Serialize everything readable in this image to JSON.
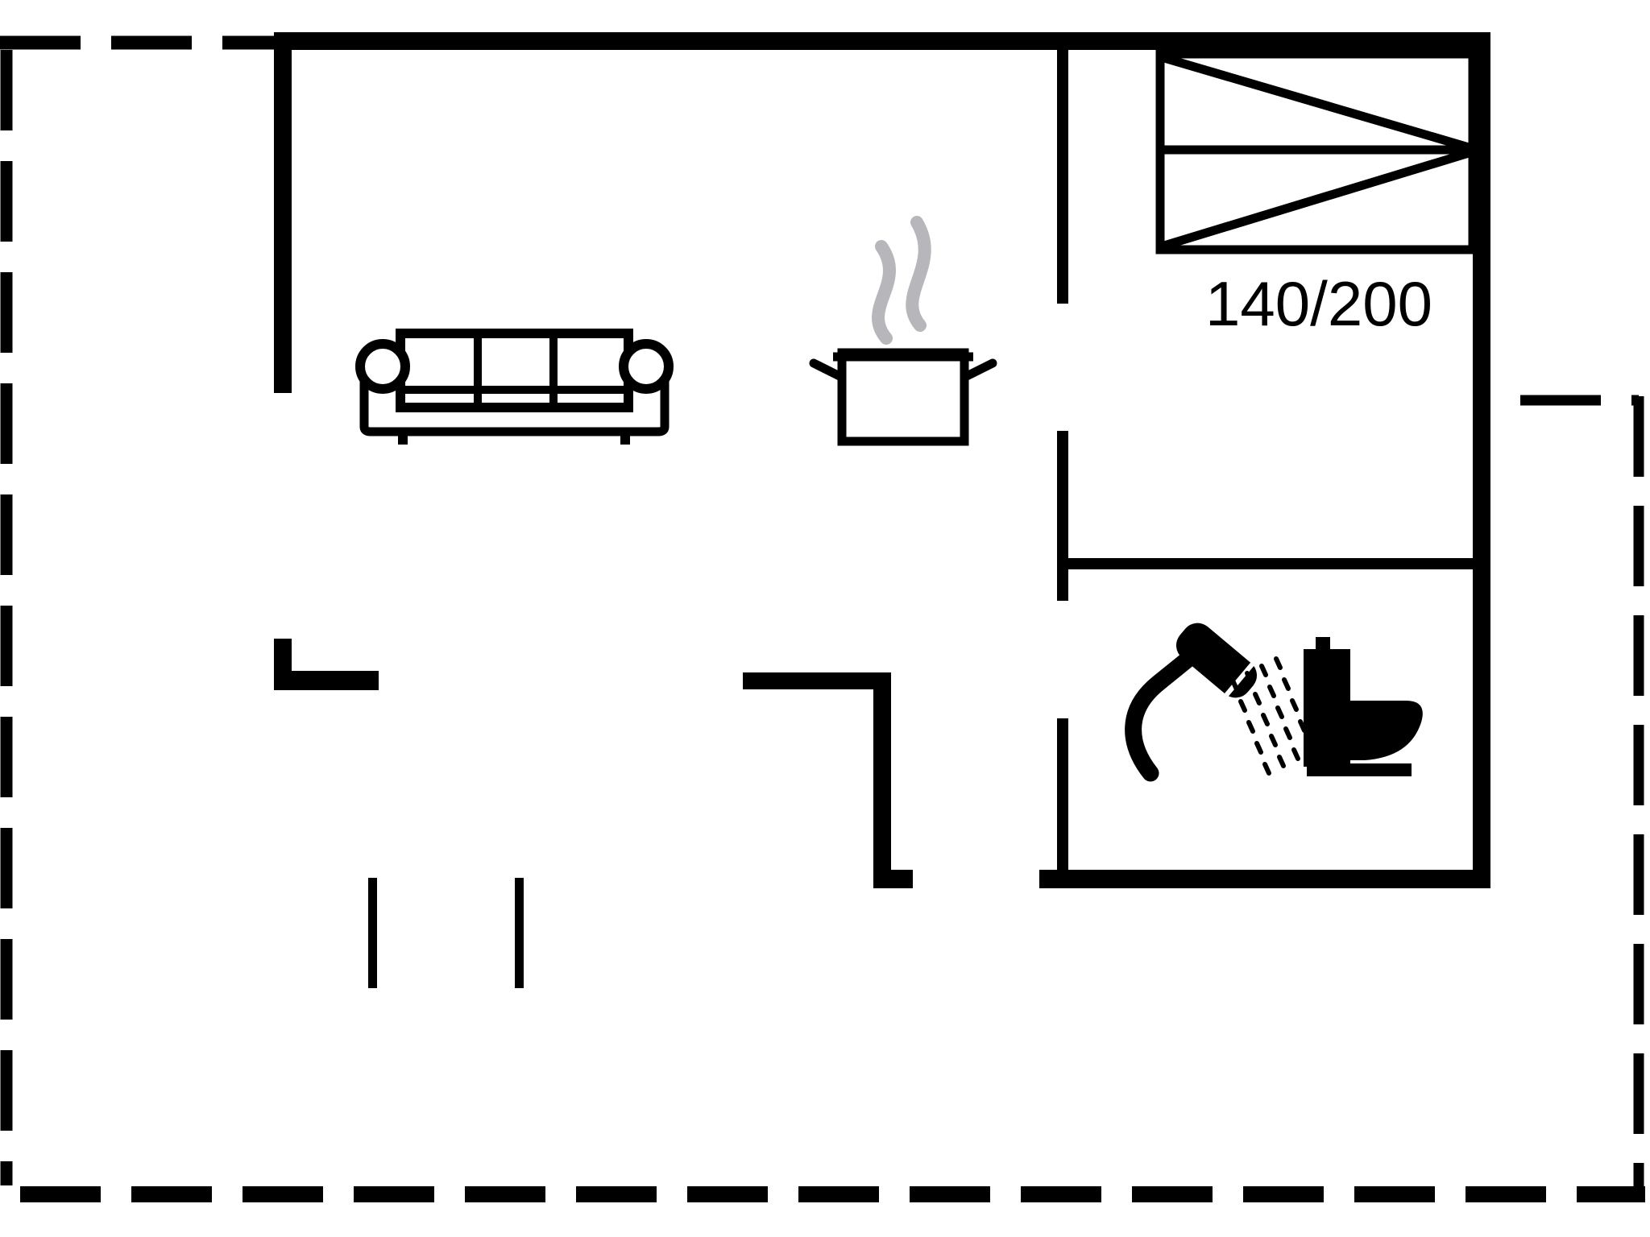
{
  "plan": {
    "type": "holiday-home floor plan",
    "bed": {
      "size_label": "140/200"
    },
    "colors": {
      "walls": "#000000",
      "steam": "#b7b7bb",
      "background": "#ffffff"
    },
    "icons": [
      {
        "name": "sofa-icon",
        "meaning": "living room sofa"
      },
      {
        "name": "cooking-pot-icon",
        "meaning": "kitchen / stove"
      },
      {
        "name": "steam-icon",
        "meaning": "hot pot steam"
      },
      {
        "name": "double-bed-icon",
        "meaning": "bedroom double bed"
      },
      {
        "name": "shower-icon",
        "meaning": "bathroom shower"
      },
      {
        "name": "toilet-icon",
        "meaning": "bathroom toilet"
      }
    ],
    "boundaries": {
      "dashed": "terrace / plot boundary",
      "solid": "exterior and interior walls with door openings"
    }
  }
}
